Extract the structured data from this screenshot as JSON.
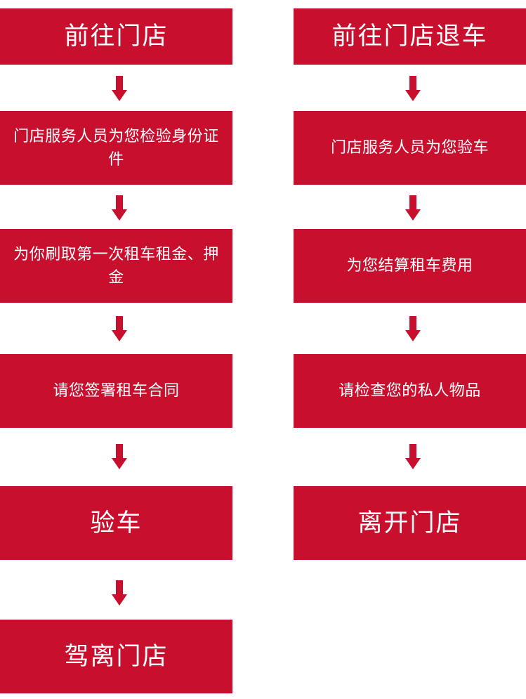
{
  "pickup_flow": {
    "steps": [
      {
        "label": "前往门店"
      },
      {
        "label": "门店服务人员为您检验身份证件"
      },
      {
        "label": "为你刷取第一次租车租金、押金"
      },
      {
        "label": "请您签署租车合同"
      },
      {
        "label": "验车"
      },
      {
        "label": "驾离门店"
      }
    ]
  },
  "return_flow": {
    "steps": [
      {
        "label": "前往门店退车"
      },
      {
        "label": "门店服务人员为您验车"
      },
      {
        "label": "为您结算租车费用"
      },
      {
        "label": "请检查您的私人物品"
      },
      {
        "label": "离开门店"
      }
    ]
  },
  "colors": {
    "step_fill": "#c8102e",
    "arrow_fill": "#c8102e",
    "text": "#ffffff"
  },
  "icons": {
    "connector": "arrow-down-icon"
  }
}
